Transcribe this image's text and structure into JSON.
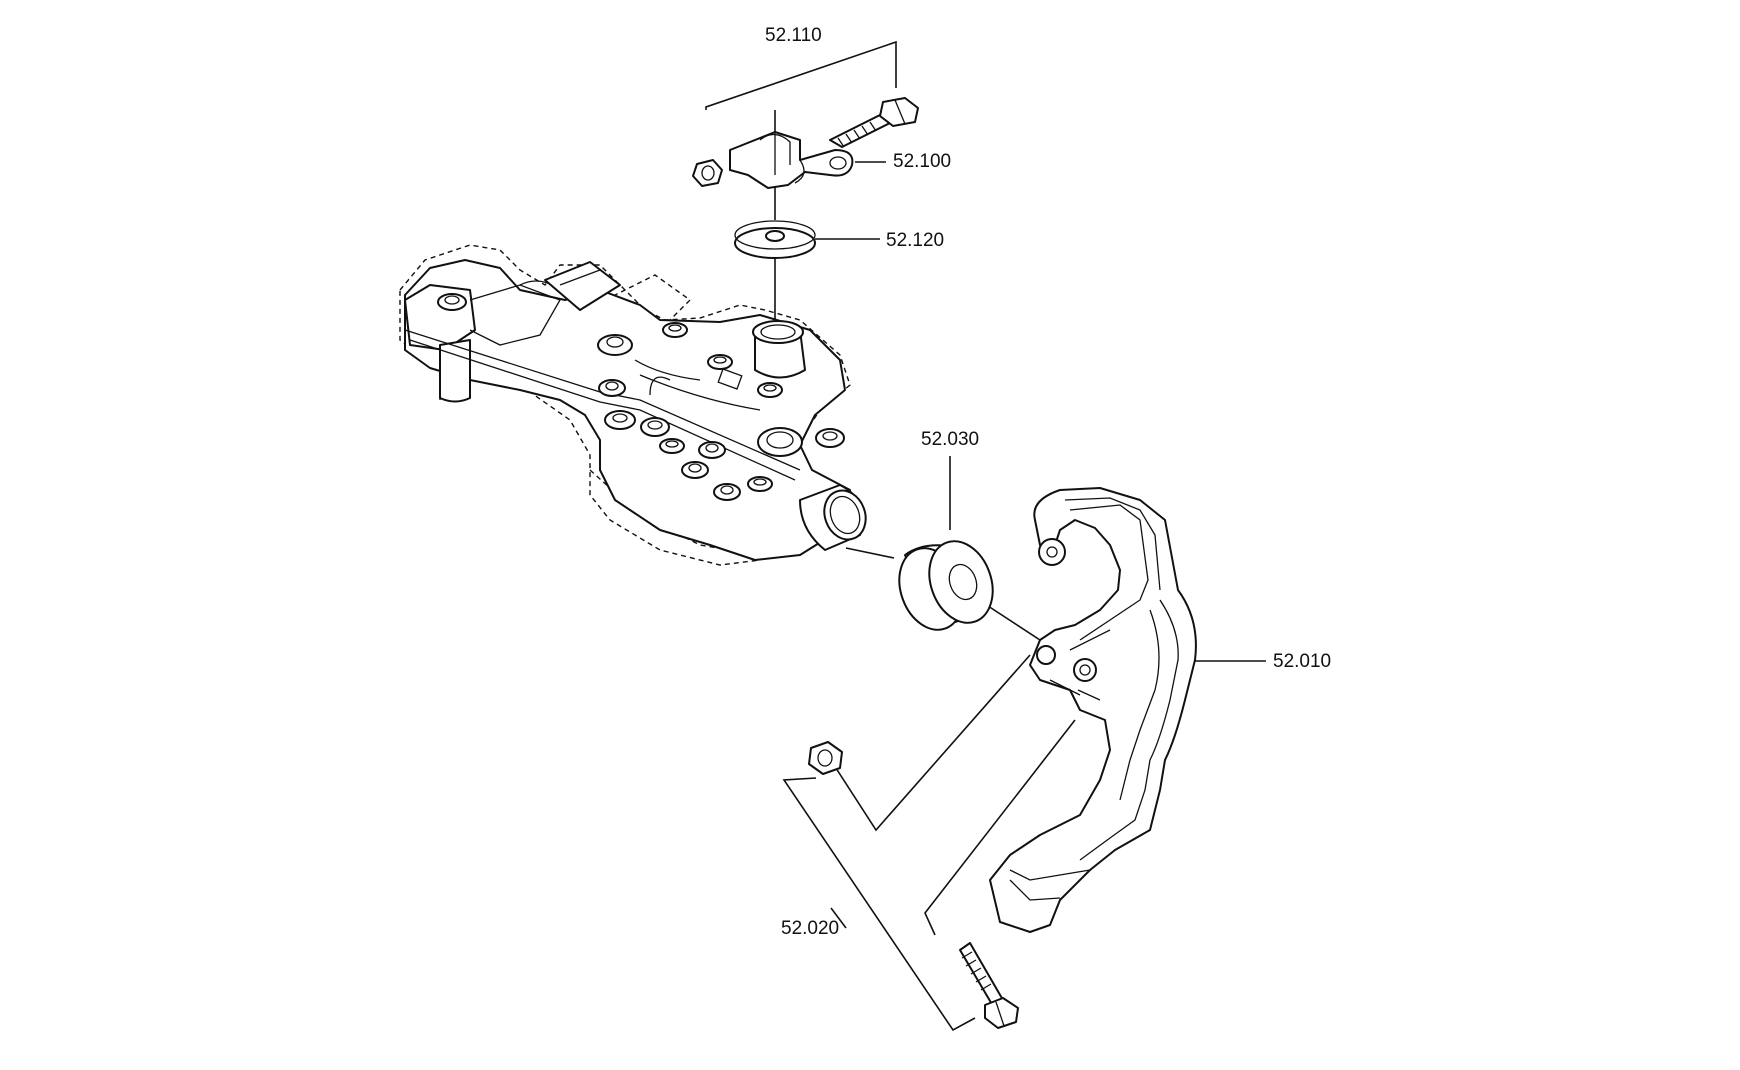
{
  "callouts": {
    "p52_110": "52.110",
    "p52_100": "52.100",
    "p52_120": "52.120",
    "p52_030": "52.030",
    "p52_010": "52.010",
    "p52_020": "52.020"
  }
}
